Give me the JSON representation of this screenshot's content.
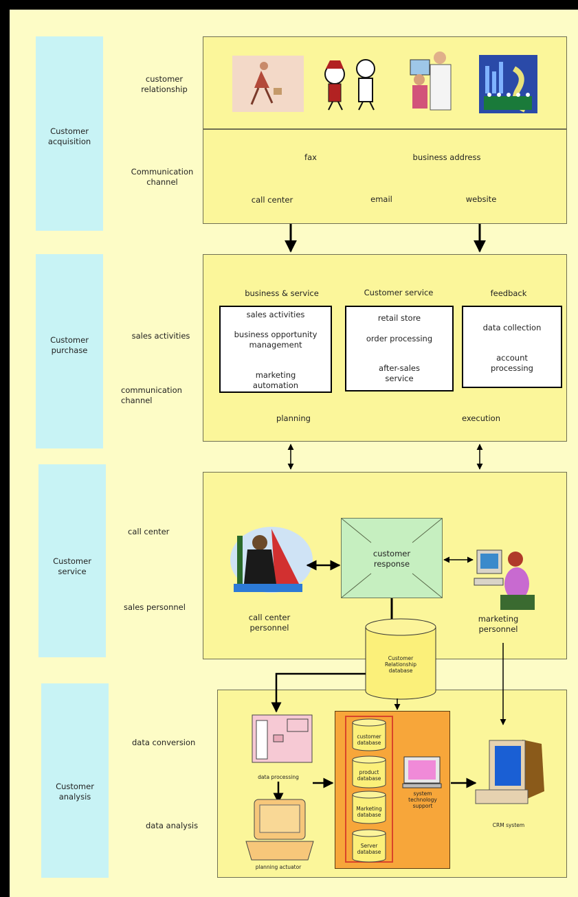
{
  "stages": {
    "acquisition": "Customer acquisition",
    "purchase": "Customer purchase",
    "service": "Customer service",
    "analysis": "Customer analysis"
  },
  "acquisition": {
    "customer_relationship": "customer relationship",
    "communication_channel": "Communication channel",
    "fax": "fax",
    "business_address": "business address",
    "call_center": "call center",
    "email": "email",
    "website": "website"
  },
  "purchase": {
    "sales_activities": "sales activities",
    "communication_channel": "communication channel",
    "business_service": "business & service",
    "customer_service": "Customer service",
    "feedback": "feedback",
    "box1": [
      "sales activities",
      "business opportunity management",
      "marketing automation"
    ],
    "box2": [
      "retail store",
      "order processing",
      "after-sales service"
    ],
    "box3": [
      "data collection",
      "account processing"
    ],
    "planning": "planning",
    "execution": "execution"
  },
  "service": {
    "call_center": "call center",
    "sales_personnel": "sales personnel",
    "customer_response": "customer response",
    "call_center_personnel": "call center personnel",
    "marketing_personnel": "marketing personnel",
    "crm_database": "Customer Relationship database"
  },
  "analysis": {
    "data_conversion": "data conversion",
    "data_analysis": "data analysis",
    "data_processing": "data processing",
    "planning_actuator": "planning actuator",
    "databases": [
      "customer database",
      "product database",
      "Marketing database",
      "Server database"
    ],
    "system_support": "system technology support",
    "crm_system": "CRM system"
  },
  "colors": {
    "frame_bg": "#fdfcc6",
    "stage_bg": "#c8f3f5",
    "panel_bg": "#fbf69a",
    "response_box": "#c6efc0",
    "db_cylinder": "#fbf07a",
    "tech_box": "#f7a63a"
  }
}
